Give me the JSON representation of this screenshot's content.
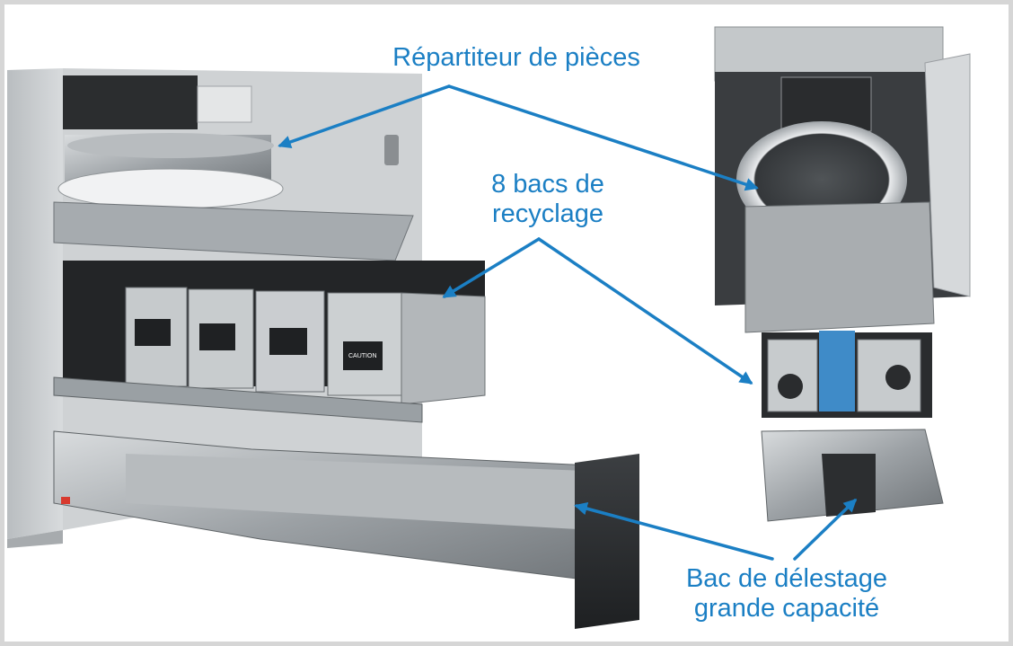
{
  "labels": {
    "distributor": "Répartiteur de pièces",
    "recycling_line1": "8 bacs de",
    "recycling_line2": "recyclage",
    "overflow_line1": "Bac de délestage",
    "overflow_line2": "grande capacité"
  },
  "colors": {
    "label_text": "#1b7fc4",
    "arrow": "#1b7fc4",
    "frame_border": "#d6d6d6",
    "cabinet": "#c9ccce",
    "steel": "#9a9ea2"
  },
  "photo": {
    "left_unit_caution": "CAUTION"
  }
}
